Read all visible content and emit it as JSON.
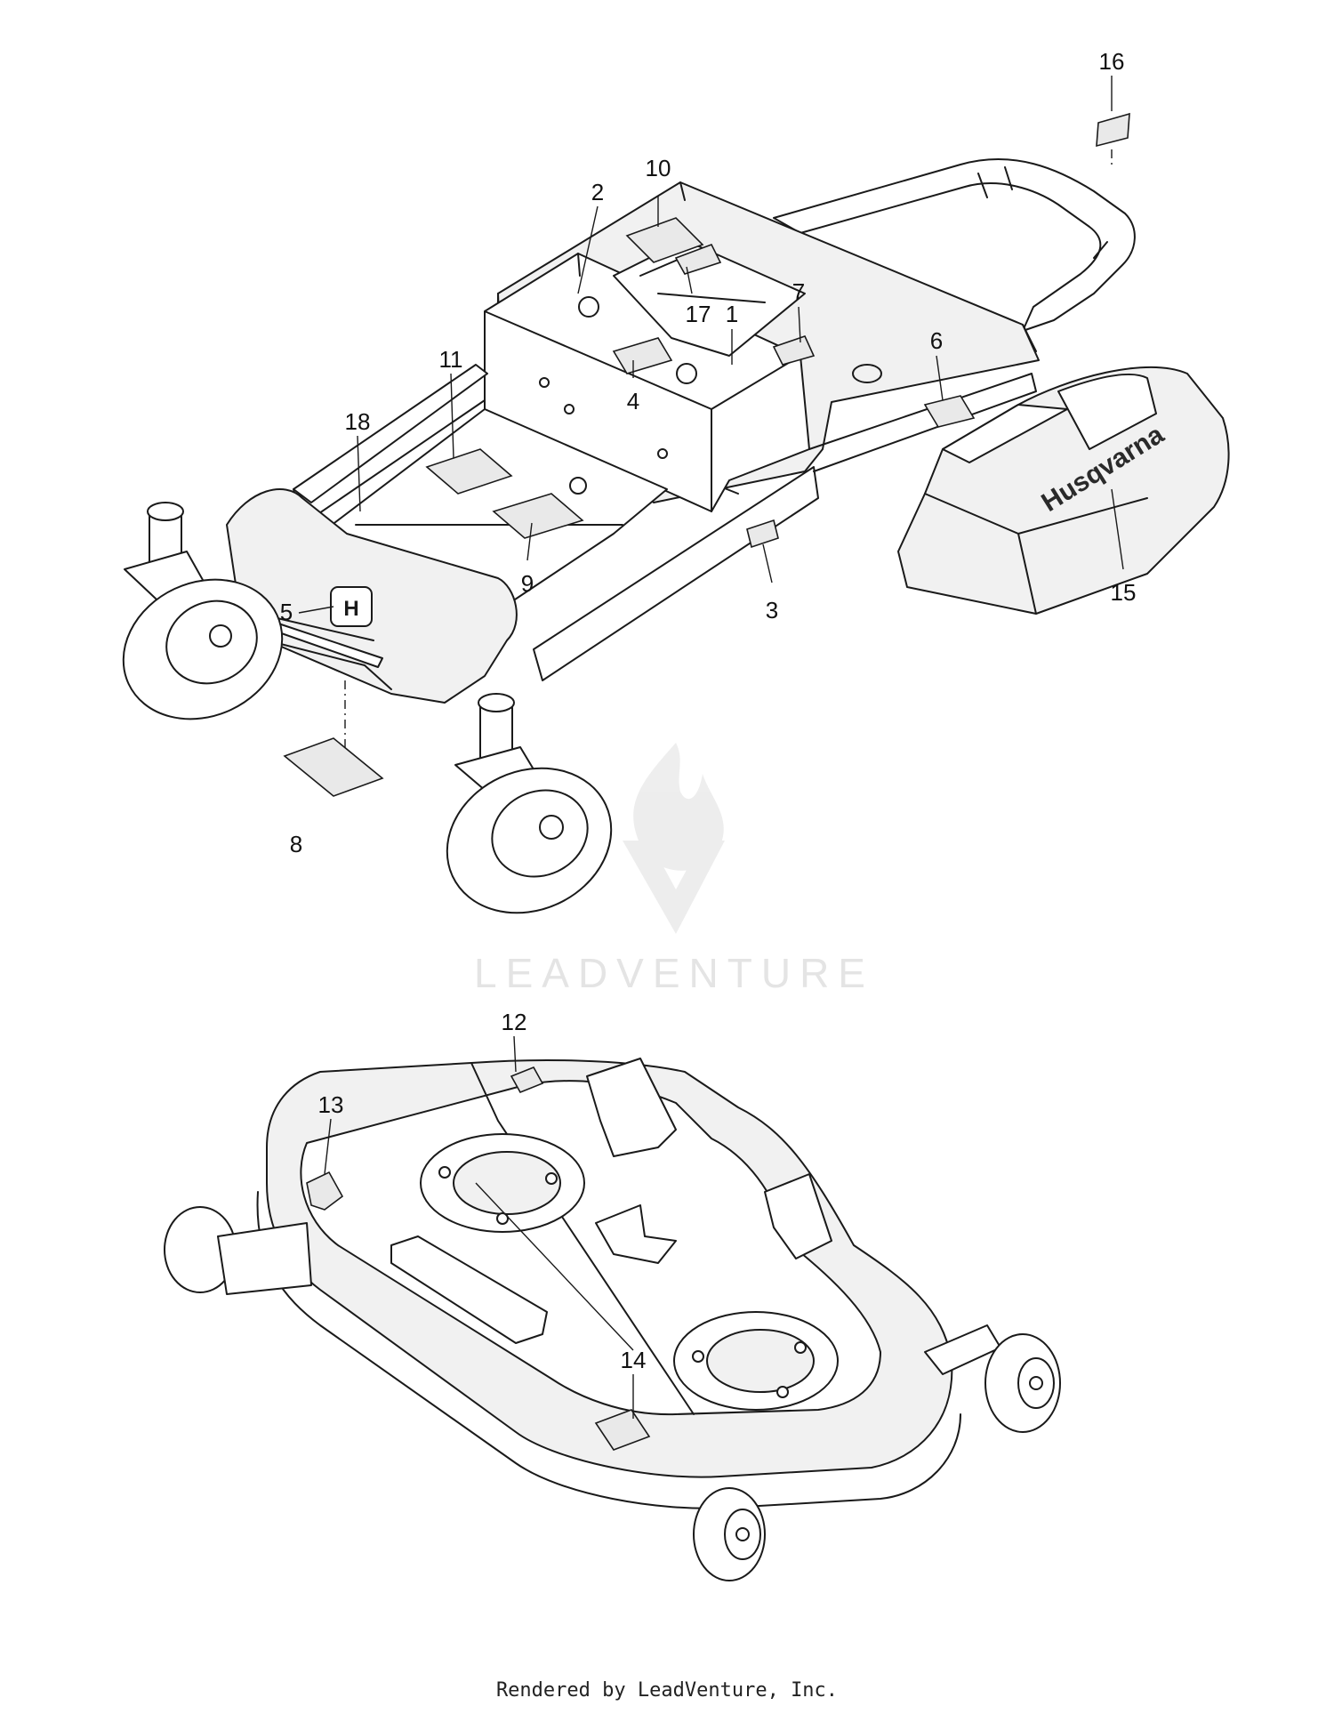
{
  "callouts": [
    {
      "id": "1",
      "label": "1"
    },
    {
      "id": "2",
      "label": "2"
    },
    {
      "id": "3",
      "label": "3"
    },
    {
      "id": "4",
      "label": "4"
    },
    {
      "id": "5",
      "label": "5"
    },
    {
      "id": "6",
      "label": "6"
    },
    {
      "id": "7",
      "label": "7"
    },
    {
      "id": "8",
      "label": "8"
    },
    {
      "id": "9",
      "label": "9"
    },
    {
      "id": "10",
      "label": "10"
    },
    {
      "id": "11",
      "label": "11"
    },
    {
      "id": "12",
      "label": "12"
    },
    {
      "id": "13",
      "label": "13"
    },
    {
      "id": "14",
      "label": "14"
    },
    {
      "id": "15",
      "label": "15"
    },
    {
      "id": "16",
      "label": "16"
    },
    {
      "id": "17",
      "label": "17"
    },
    {
      "id": "18",
      "label": "18"
    }
  ],
  "brand_text": "Husqvarna",
  "watermark_text": "LEADVENTURE",
  "footer_text": "Rendered by LeadVenture, Inc.",
  "colors": {
    "line": "#1a1a1a",
    "watermark": "#e2e2e2",
    "background": "#ffffff"
  }
}
